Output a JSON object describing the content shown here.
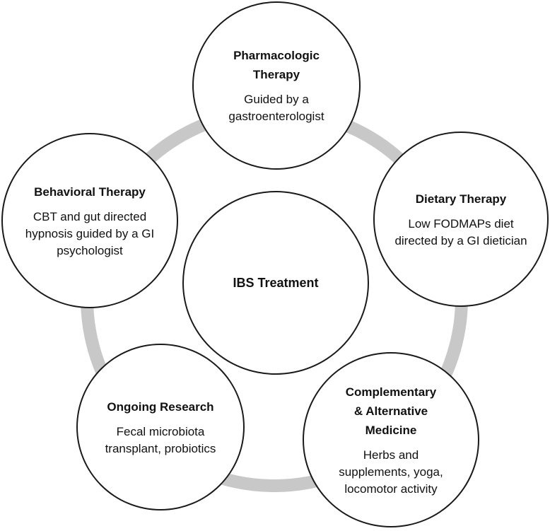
{
  "diagram": {
    "center": {
      "title": "IBS Treatment"
    },
    "nodes": [
      {
        "id": "pharmacologic",
        "title": "Pharmacologic\nTherapy",
        "body": "Guided by a\ngastroenterologist"
      },
      {
        "id": "dietary",
        "title": "Dietary Therapy",
        "body": "Low FODMAPs diet\ndirected by a GI dietician"
      },
      {
        "id": "complementary",
        "title": "Complementary\n& Alternative\nMedicine",
        "body": "Herbs and\nsupplements, yoga,\nlocomotor activity"
      },
      {
        "id": "research",
        "title": "Ongoing Research",
        "body": "Fecal microbiota\ntransplant, probiotics"
      },
      {
        "id": "behavioral",
        "title": "Behavioral Therapy",
        "body": "CBT and gut directed\nhypnosis guided by a GI\npsychologist"
      }
    ],
    "colors": {
      "ring": "#c8c8c8",
      "circle_border": "#1a1a1a",
      "circle_fill": "#ffffff",
      "text": "#111111"
    }
  }
}
